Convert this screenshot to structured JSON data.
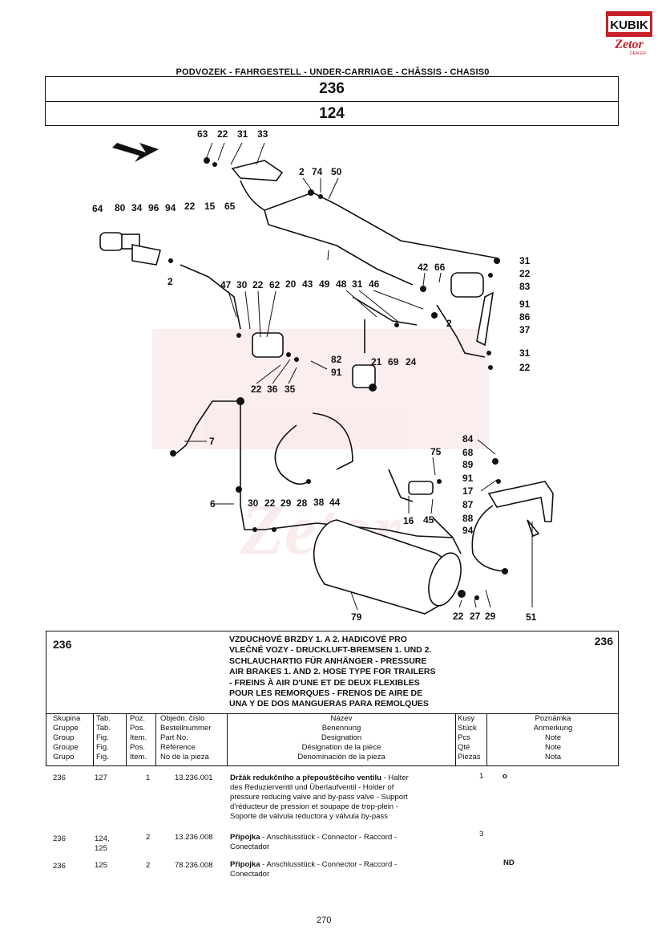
{
  "chapter_title": "PODVOZEK - FAHRGESTELL - UNDER-CARRIAGE - CHÂSSIS - CHASIS0",
  "group_number": "236",
  "figure_number": "124",
  "logo": {
    "brand_top": "KUBIK",
    "brand_bottom": "Zetor",
    "brand_sub": "DEALER",
    "colors": {
      "red": "#c8202a",
      "black": "#111111"
    }
  },
  "diagram_labels": {
    "l63": "63",
    "l22a": "22",
    "l31a": "31",
    "l33": "33",
    "l2a": "2",
    "l74": "74",
    "l50": "50",
    "l64": "64",
    "l80": "80",
    "l34": "34",
    "l96": "96",
    "l94a": "94",
    "l22b": "22",
    "l15": "15",
    "l65": "65",
    "l2b": "2",
    "l20": "20",
    "l43": "43",
    "l49": "49",
    "l48": "48",
    "l31b": "31",
    "l46": "46",
    "l42": "42",
    "l66": "66",
    "l31c": "31",
    "l22c": "22",
    "l83": "83",
    "l91a": "91",
    "l86": "86",
    "l37": "37",
    "l47": "47",
    "l30a": "30",
    "l22d": "22",
    "l62": "62",
    "l2c": "2",
    "l82": "82",
    "l91b": "91",
    "l21": "21",
    "l69": "69",
    "l24": "24",
    "l31d": "31",
    "l22e": "22",
    "l22f": "22",
    "l36": "36",
    "l35": "35",
    "l84": "84",
    "l68": "68",
    "l89": "89",
    "l91c": "91",
    "l17": "17",
    "l87": "87",
    "l88": "88",
    "l94b": "94",
    "l7": "7",
    "l75": "75",
    "l6": "6",
    "l30b": "30",
    "l22g": "22",
    "l29a": "29",
    "l28": "28",
    "l38": "38",
    "l44": "44",
    "l16": "16",
    "l45": "45",
    "l79": "79",
    "l22h": "22",
    "l27": "27",
    "l29b": "29",
    "l51": "51"
  },
  "info": {
    "group_left": "236",
    "group_right": "236",
    "title_lines": [
      "VZDUCHOVÉ BRZDY 1. A 2. HADICOVÉ PRO",
      "VLEČNÉ VOZY - DRUCKLUFT-BREMSEN 1. UND 2.",
      "SCHLAUCHARTIG FÜR ANHÄNGER - PRESSURE",
      "AIR BRAKES 1. AND 2. HOSE TYPE FOR TRAILERS",
      "- FREINS À AIR D'UNE ET DE DEUX FLEXIBLES",
      "POUR LES REMORQUES - FRENOS DE AIRE DE",
      "UNA Y DE DOS MANGUERAS PARA REMOLQUES"
    ]
  },
  "columns": {
    "skupina": [
      "Skupina",
      "Gruppe",
      "Group",
      "Groupe",
      "Grupo"
    ],
    "tab": [
      "Tab.",
      "Tab.",
      "Fig.",
      "Fig.",
      "Fig."
    ],
    "poz": [
      "Poz.",
      "Pos.",
      "Item.",
      "Pos.",
      "Item."
    ],
    "objedn": [
      "Objedn. číslo",
      "Bestellnummer",
      "Part No.",
      "Référence",
      "No de la pieza"
    ],
    "nazev": [
      "Název",
      "Benennung",
      "Designation",
      "Désignation de la pièce",
      "Denominación de la pieza"
    ],
    "kusy": [
      "Kusy",
      "Stück",
      "Pcs",
      "Qté",
      "Piezas"
    ],
    "poznamka": [
      "Poznámka",
      "Anmerkung",
      "Note",
      "Note",
      "Nota"
    ]
  },
  "items": [
    {
      "group": "236",
      "tab": "127",
      "tab2": "",
      "pos": "1",
      "part": "13.236.001",
      "name_bold": "Držák redukčního a přepouštěcího ventilu",
      "desc_lines": [
        " - Halter",
        "des Reduzierventil und Überlaufventil - Holder of",
        "pressure reducing valve and by-pass valve - Support",
        "d'réducteur de pression et soupape de trop-plein -",
        "Soporte de válvula reductora y válvula by-pass"
      ],
      "qty": "1",
      "note": "o"
    },
    {
      "group": "236",
      "tab": "124,",
      "tab2": "125",
      "pos": "2",
      "part": "13.236.008",
      "name_bold": "Přípojka",
      "desc_lines": [
        " - Anschlusstück - Connector - Raccord -",
        "Conectador"
      ],
      "qty": "3",
      "note": ""
    },
    {
      "group": "236",
      "tab": "125",
      "tab2": "",
      "pos": "2",
      "part": "78.236.008",
      "name_bold": "Přípojka",
      "desc_lines": [
        " - Anschlusstück - Connector - Raccord -",
        "Conectador"
      ],
      "qty": "",
      "note": "ND"
    }
  ],
  "page_number": "270"
}
